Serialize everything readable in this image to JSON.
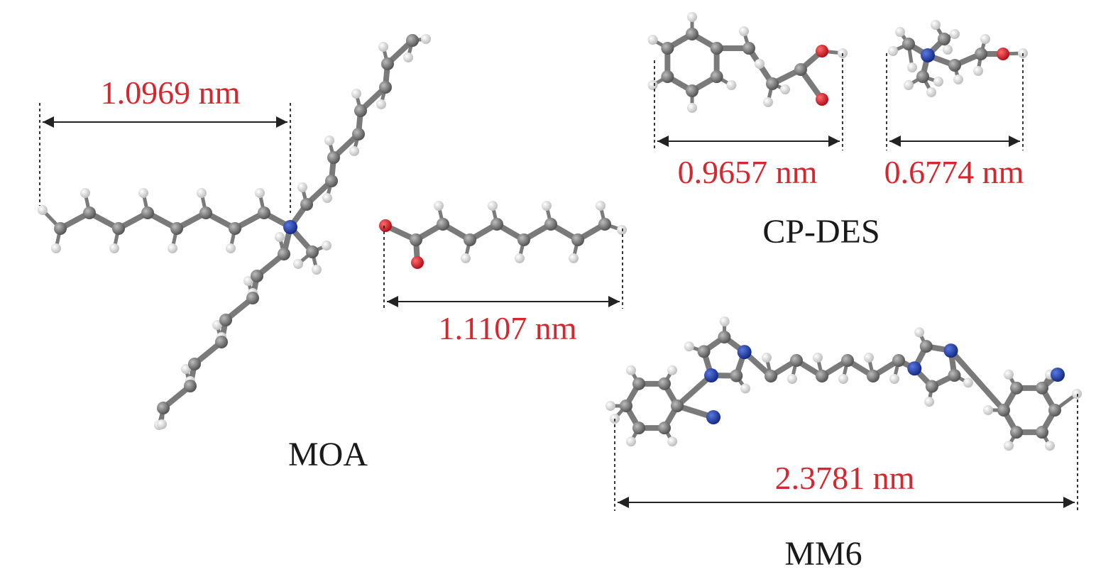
{
  "colors": {
    "measure_text": "#d7262e",
    "label_text": "#1a1a1a",
    "carbon": "#6e6e6e",
    "hydrogen": "#f0f0f0",
    "nitrogen": "#1f3fa8",
    "oxygen": "#d81e28",
    "bond": "#7a7a7a",
    "dimension_line": "#222222"
  },
  "molecules": {
    "moa": {
      "label": "MOA",
      "length": "1.0969 nm"
    },
    "acid": {
      "length": "1.1107 nm"
    },
    "hcinnamic": {
      "length": "0.9657 nm"
    },
    "choline": {
      "length": "0.6774 nm"
    },
    "cpdes": {
      "label": "CP-DES"
    },
    "mm6": {
      "label": "MM6",
      "length": "2.3781 nm"
    }
  }
}
